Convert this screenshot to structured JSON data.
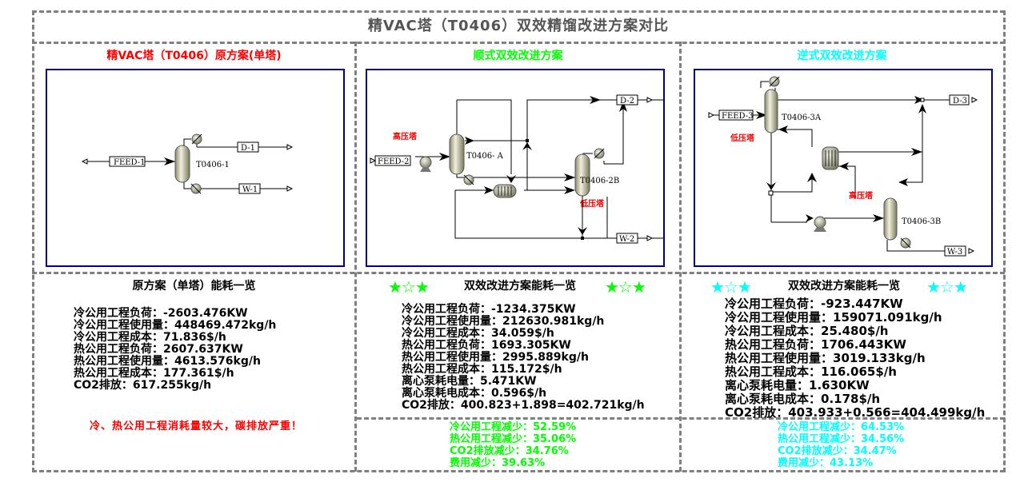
{
  "title": "精VAC塔（T0406）双效精馏改进方案对比",
  "colors": {
    "red": "#ff0000",
    "green": "#00ff00",
    "cyan": "#00ffff",
    "dash": "#808080",
    "panel_border": "#000080"
  },
  "columns": [
    {
      "title": "精VAC塔（T0406）原方案(单塔)",
      "title_color": "#ff0000",
      "diagram": {
        "streams": [
          "FEED-1",
          "D-1",
          "W-1"
        ],
        "tower": "T0406-1"
      },
      "summary_title": "原方案（单塔）能耗一览",
      "stars": null,
      "lines": [
        "冷公用工程负荷：-2603.476KW",
        "冷公用工程使用量：448469.472kg/h",
        "冷公用工程成本：71.836$/h",
        "热公用工程负荷：2607.637KW",
        "热公用工程使用量：4613.576kg/h",
        "热公用工程成本：177.361$/h",
        "CO2排放：617.255kg/h"
      ],
      "note": "冷、热公用工程消耗量较大，碳排放严重！"
    },
    {
      "title": "顺式双效改进方案",
      "title_color": "#00ff00",
      "diagram": {
        "streams": [
          "FEED-2",
          "D-2",
          "W-2"
        ],
        "tower_a": "T0406-  A",
        "tower_b": "T0406-2B",
        "label_high": "高压塔",
        "label_low": "低压塔"
      },
      "summary_title": "双效改进方案能耗一览",
      "stars": "★☆★",
      "lines": [
        "冷公用工程负荷：-1234.375KW",
        "冷公用工程使用量：212630.981kg/h",
        "冷公用工程成本：34.059$/h",
        "热公用工程负荷：1693.305KW",
        "热公用工程使用量：2995.889kg/h",
        "热公用工程成本：115.172$/h",
        "离心泵耗电量：5.471KW",
        "离心泵耗电成本：0.596$/h",
        "CO2排放：400.823+1.898=402.721kg/h"
      ],
      "reductions": [
        "冷公用工程减少：52.59%",
        "热公用工程减少：35.06%",
        "CO2排放减少：34.76%",
        "费用减少：39.63%"
      ]
    },
    {
      "title": "逆式双效改进方案",
      "title_color": "#00ffff",
      "diagram": {
        "streams": [
          "FEED-3",
          "D-3",
          "W-3"
        ],
        "tower_a": "T0406-3A",
        "tower_b": "T0406-3B",
        "label_low": "低压塔",
        "label_high": "高压塔"
      },
      "summary_title": "双效改进方案能耗一览",
      "stars": "★☆★",
      "lines": [
        "冷公用工程负荷：-923.447KW",
        "冷公用工程使用量：159071.091kg/h",
        "冷公用工程成本：25.480$/h",
        "热公用工程负荷：1706.443KW",
        "热公用工程使用量：3019.133kg/h",
        "热公用工程成本：116.065$/h",
        "离心泵耗电量：1.630KW",
        "离心泵耗电成本：0.178$/h",
        "CO2排放：403.933+0.566=404.499kg/h"
      ],
      "reductions": [
        "冷公用工程减少：64.53%",
        "热公用工程减少：34.56%",
        "CO2排放减少：34.47%",
        "费用减少：43.13%"
      ]
    }
  ]
}
